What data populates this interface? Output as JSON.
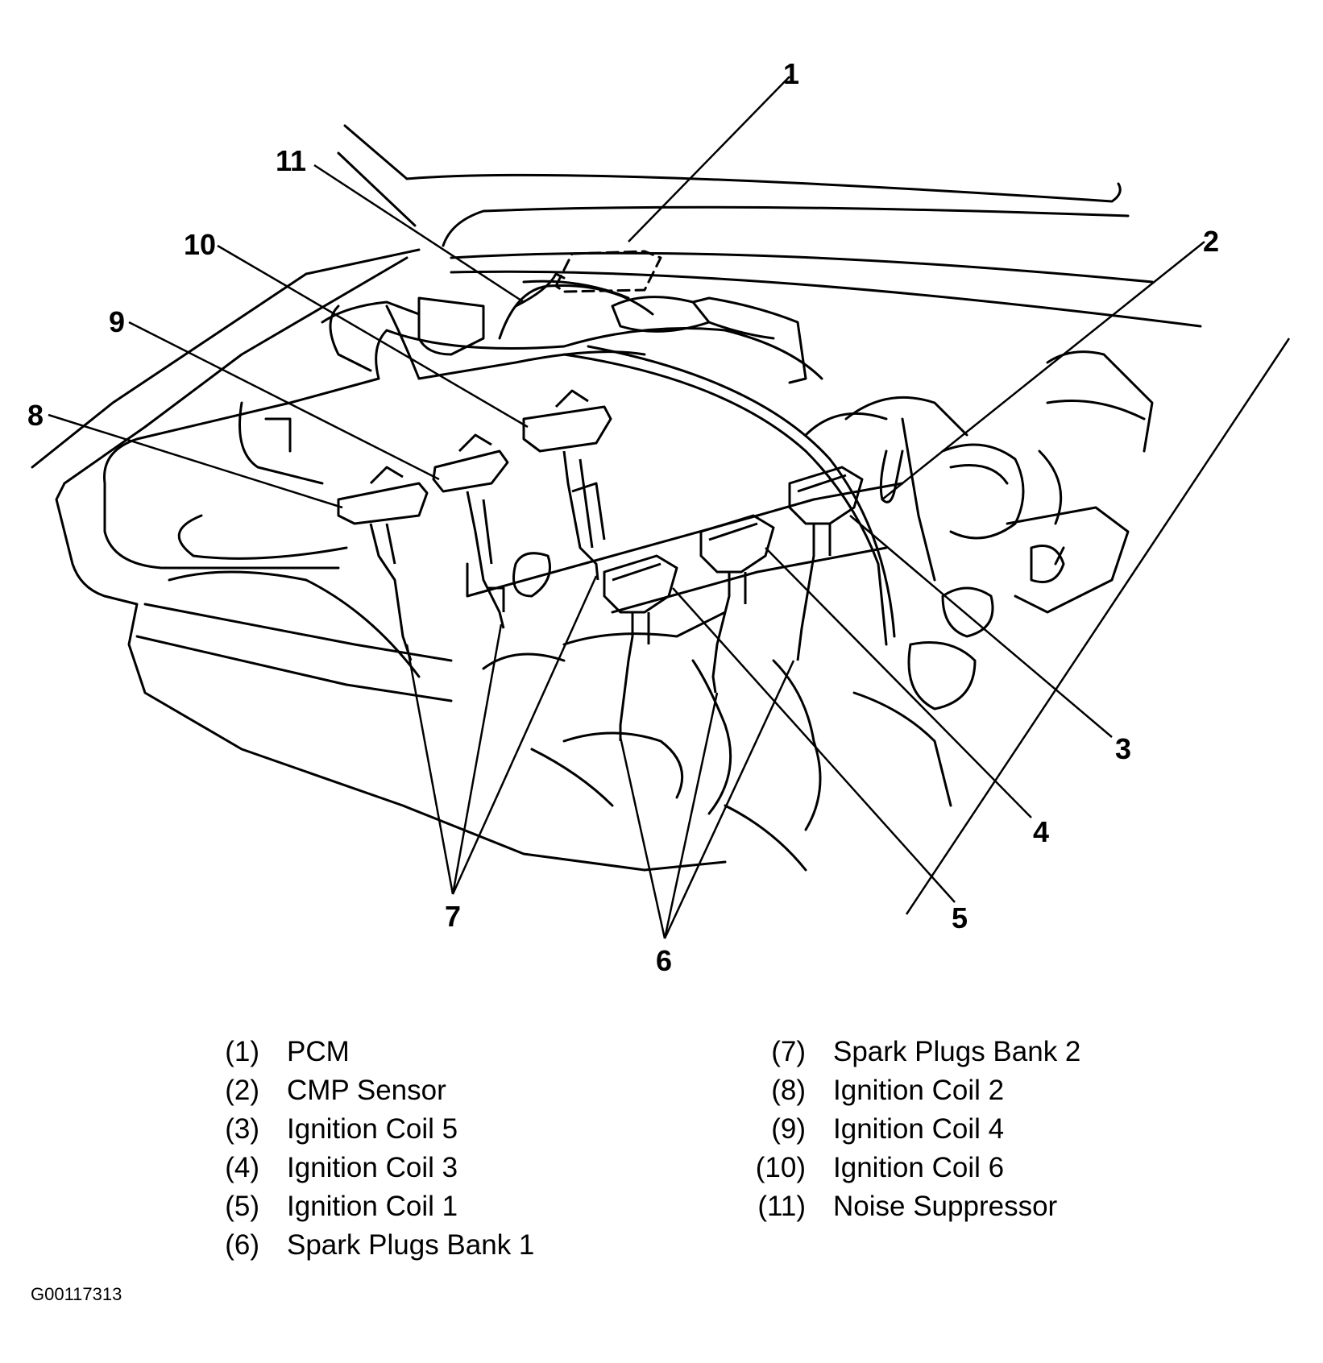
{
  "callouts": [
    "1",
    "2",
    "3",
    "4",
    "5",
    "6",
    "7",
    "8",
    "9",
    "10",
    "11"
  ],
  "legend": [
    {
      "num": "(1)",
      "label": "PCM"
    },
    {
      "num": "(2)",
      "label": "CMP Sensor"
    },
    {
      "num": "(3)",
      "label": "Ignition Coil 5"
    },
    {
      "num": "(4)",
      "label": "Ignition Coil 3"
    },
    {
      "num": "(5)",
      "label": "Ignition Coil 1"
    },
    {
      "num": "(6)",
      "label": "Spark Plugs Bank 1"
    },
    {
      "num": "(7)",
      "label": "Spark Plugs Bank 2"
    },
    {
      "num": "(8)",
      "label": "Ignition Coil 2"
    },
    {
      "num": "(9)",
      "label": "Ignition Coil 4"
    },
    {
      "num": "(10)",
      "label": "Ignition Coil 6"
    },
    {
      "num": "(11)",
      "label": "Noise Suppressor"
    }
  ],
  "figure_id": "G00117313"
}
